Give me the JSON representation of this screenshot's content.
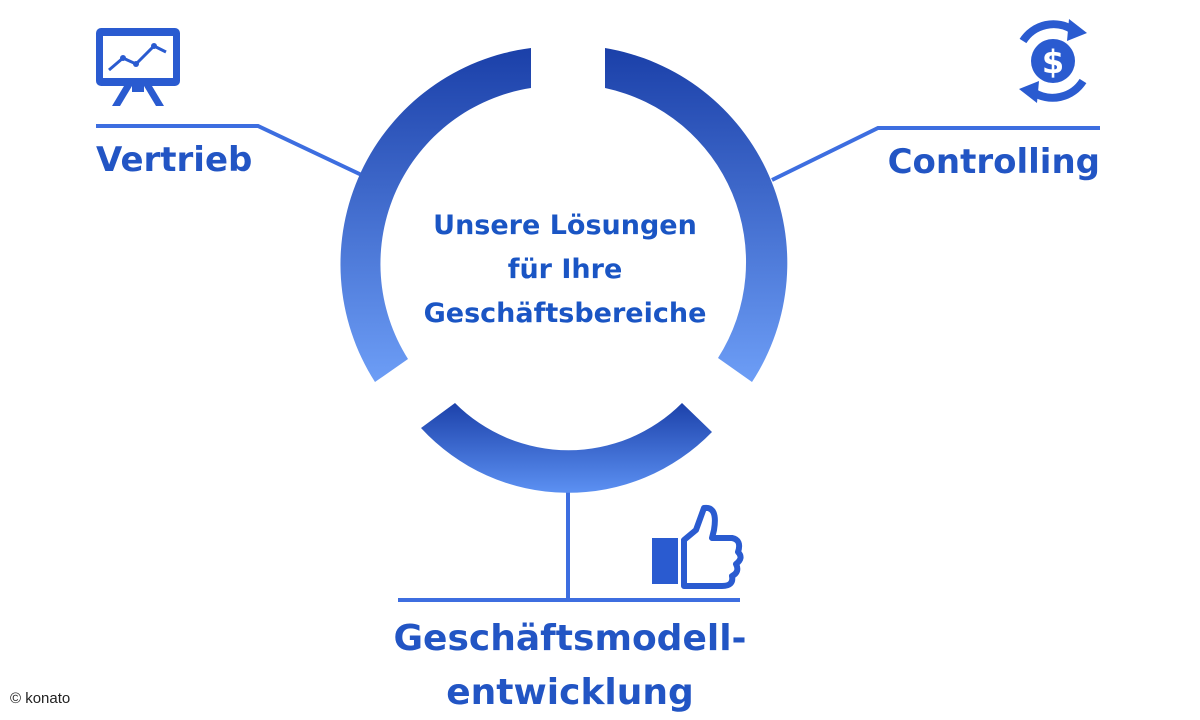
{
  "diagram": {
    "center_line1": "Unsere Lösungen",
    "center_line2": "für Ihre",
    "center_line3": "Geschäftsbereiche",
    "segments": [
      {
        "label": "Vertrieb",
        "icon": "presentation-chart-icon"
      },
      {
        "label": "Controlling",
        "icon": "dollar-cycle-icon"
      },
      {
        "label_line1": "Geschäftsmodell-",
        "label_line2": "entwicklung",
        "icon": "thumbs-up-icon"
      }
    ]
  },
  "copyright": "© konato",
  "colors": {
    "primary": "#2255c4",
    "ring_dark": "#1a3fa8",
    "ring_light": "#6a9af5",
    "line": "#3d6ee0"
  }
}
